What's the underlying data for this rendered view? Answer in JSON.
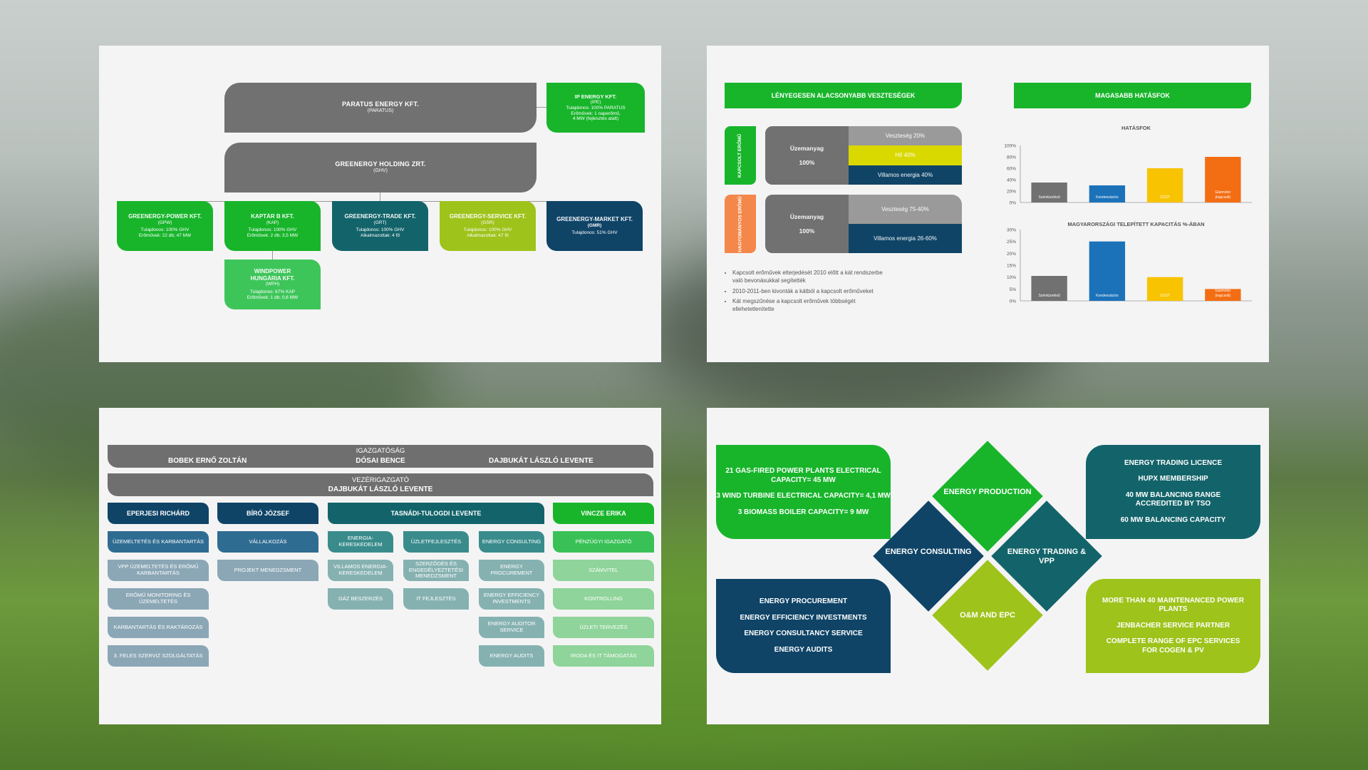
{
  "colors": {
    "green": "#18b52b",
    "light_green": "#3ec55a",
    "lime": "#9ec31b",
    "teal": "#13646a",
    "navy": "#0f4467",
    "grey": "#717171",
    "yellow": "#d9d900",
    "blue": "#1b72b9",
    "gold": "#f8c300",
    "orange": "#f36d13"
  },
  "slide1": {
    "paratus": {
      "name": "PARATUS ENERGY KFT.",
      "code": "(PARATUS)"
    },
    "ipe": {
      "name": "IP ENERGY KFT.",
      "code": "(IPE)",
      "l1": "Tulajdonos: 100% PARATUS",
      "l2": "Erőművek: 1 naperőmű,",
      "l3": "4 MW (fejlesztés alatt)"
    },
    "holding": {
      "name": "GREENERGY HOLDING ZRT.",
      "code": "(GHV)"
    },
    "subs": [
      {
        "name": "GREENERGY-POWER KFT.",
        "code": "(GPW)",
        "l1": "Tulajdonos: 100% GHV",
        "l2": "Erőművek: 22 db; 47 MW"
      },
      {
        "name": "KAPTÁR B KFT.",
        "code": "(KAP)",
        "l1": "Tulajdonos: 100% GHV",
        "l2": "Erőművek: 2 db; 3,5 MW"
      },
      {
        "name": "GREENERGY-TRADE KFT.",
        "code": "(GRT)",
        "l1": "Tulajdonos: 100% GHV",
        "l2": "Alkalmazottak: 4 fő"
      },
      {
        "name": "GREENERGY-SERVICE KFT.",
        "code": "(GSR)",
        "l1": "Tulajdonos: 100% GHV",
        "l2": "Alkalmazottak: 47 fő"
      },
      {
        "name": "GREENERGY-MARKET KFT.",
        "code": "(GMR)",
        "l1": "Tulajdonos: 51% GHV",
        "l2": ""
      }
    ],
    "windpower": {
      "name1": "WINDPOWER",
      "name2": "HUNGÁRIA KFT.",
      "code": "(WPH)",
      "l1": "Tulajdonos: 67% KAP",
      "l2": "Erőművek: 1 db; 0,6 MW"
    }
  },
  "slide2": {
    "left_header": "LÉNYEGESEN ALACSONYABB VESZTESÉGEK",
    "right_header": "MAGASABB HATÁSFOK",
    "kapcsolt_tag": "KAPCSOLT ERŐMŰ",
    "hagyomanyos_tag": "HAGYOMÁNYOS ERŐMŰ",
    "fuel_label": "Üzemanyag",
    "fuel_pct": "100%",
    "flow1": {
      "loss": "Veszteség 20%",
      "heat": "Hő 40%",
      "power": "Villamos energia 40%"
    },
    "flow2": {
      "loss": "Veszteség 75-40%",
      "power": "Villamos energia 26-60%"
    },
    "bullets": [
      "Kapcsolt erőművek elterjedését 2010 előtt a kát rendszerbe való bevonásukkal segítették",
      "2010-2011-ben kivonták a kátból a kapcsolt erőműveket",
      "Kát megszűnése a kapcsolt erőművek többségét ellehetetlenítette"
    ]
  },
  "chart_data": [
    {
      "type": "bar",
      "title": "HATÁSFOK",
      "categories": [
        "Széntüzelésű",
        "Kondenzációs",
        "CCGT",
        "Gázmotor (kapcsolt)"
      ],
      "values": [
        35,
        30,
        60,
        80
      ],
      "ylim": [
        0,
        100
      ],
      "ticks": [
        "0%",
        "20%",
        "40%",
        "60%",
        "80%",
        "100%"
      ],
      "colors": [
        "#717171",
        "#1b72b9",
        "#f8c300",
        "#f36d13"
      ]
    },
    {
      "type": "bar",
      "title": "MAGYARORSZÁGI TELEPÍTETT KAPACITÁS %-ÁBAN",
      "categories": [
        "Széntüzelésű",
        "Kondenzációs",
        "CCGT",
        "Gázmotor (kapcsolt)"
      ],
      "values": [
        10.5,
        25,
        10,
        5
      ],
      "ylim": [
        0,
        30
      ],
      "ticks": [
        "0%",
        "5%",
        "10%",
        "15%",
        "20%",
        "25%",
        "30%"
      ],
      "colors": [
        "#717171",
        "#1b72b9",
        "#f8c300",
        "#f36d13"
      ]
    }
  ],
  "slide3": {
    "board_title": "IGAZGATÓSÁG",
    "board": [
      "BOBEK ERNŐ ZOLTÁN",
      "DÓSAI BENCE",
      "DAJBUKÁT LÁSZLÓ LEVENTE"
    ],
    "ceo_title": "VEZÉRIGAZGATÓ",
    "ceo": "DAJBUKÁT LÁSZLÓ LEVENTE",
    "heads": [
      "EPERJESI RICHÁRD",
      "BÍRÓ JÓZSEF",
      "TASNÁDI-TULOGDI LEVENTE",
      "VINCZE ERIKA"
    ],
    "col1": [
      "ÜZEMELTETÉS ÉS KARBANTARTÁS",
      "VPP ÜZEMELTETÉS ÉS ERŐMŰ KARBANTARTÁS",
      "ERŐMŰ MONITORING ÉS ÜZEMELTETÉS",
      "KARBANTARTÁS ÉS RAKTÁROZÁS",
      "3. FELES SZERVIZ SZOLGÁLTATÁS"
    ],
    "col2": [
      "VÁLLALKOZÁS",
      "PROJEKT MENEDZSMENT"
    ],
    "col3a": [
      "ENERGIA-KERESKEDELEM",
      "VILLAMOS ENERGIA-KERESKEDELEM",
      "GÁZ BESZERZÉS"
    ],
    "col3b": [
      "ÜZLETFEJLESZTÉS",
      "SZERZŐDÉS ÉS ENGEDÉLYEZTETÉSI MENEDZSMENT",
      "IT FEJLESZTÉS"
    ],
    "col3c": [
      "ENERGY CONSULTING",
      "ENERGY PROCUREMENT",
      "ENERGY EFFICIENCY INVESTMENTS",
      "ENERGY AUDITOR SERVICE",
      "ENERGY AUDITS"
    ],
    "col4": [
      "PÉNZÜGYI IGAZGATÓ",
      "SZÁMVITEL",
      "KONTROLLING",
      "ÜZLETI TERVEZÉS",
      "IRODA ÉS IT TÁMOGATÁS"
    ]
  },
  "slide4": {
    "production_card": [
      "21 GAS-FIRED POWER PLANTS ELECTRICAL CAPACITY= 45 MW",
      "3 WIND TURBINE ELECTRICAL CAPACITY= 4,1 MW",
      "3 BIOMASS BOILER CAPACITY= 9 MW"
    ],
    "trading_card": [
      "ENERGY TRADING LICENCE",
      "HUPX MEMBERSHIP",
      "40 MW BALANCING RANGE ACCREDITED BY TSO",
      "60 MW BALANCING CAPACITY"
    ],
    "consulting_card": [
      "ENERGY PROCUREMENT",
      "ENERGY EFFICIENCY INVESTMENTS",
      "ENERGY CONSULTANCY SERVICE",
      "ENERGY AUDITS"
    ],
    "om_card": [
      "MORE THAN 40 MAINTENANCED POWER PLANTS",
      "JENBACHER SERVICE PARTNER",
      "COMPLETE RANGE OF EPC SERVICES FOR COGEN & PV"
    ],
    "diamonds": {
      "production": "ENERGY PRODUCTION",
      "consulting": "ENERGY CONSULTING",
      "trading": "ENERGY TRADING & VPP",
      "om": "O&M AND EPC"
    }
  }
}
